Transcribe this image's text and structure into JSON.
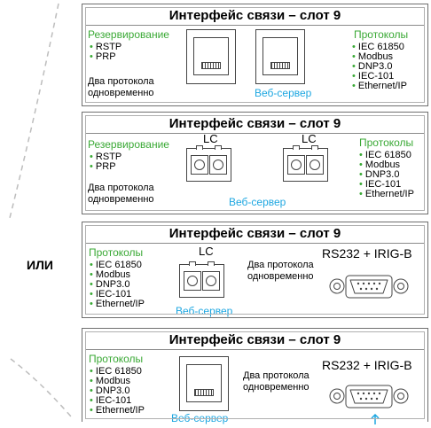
{
  "or_label": "ИЛИ",
  "panels": [
    {
      "title": "Интерфейс связи – слот 9",
      "redundancy_title": "Резервирование",
      "redundancy_items": [
        "RSTP",
        "PRP"
      ],
      "dual_protocol": [
        "Два протокола",
        "одновременно"
      ],
      "web_server": "Веб-сервер",
      "protocols_title": "Протоколы",
      "protocols": [
        "IEC 61850",
        "Modbus",
        "DNP3.0",
        "IEC-101",
        "Ethernet/IP"
      ]
    },
    {
      "title": "Интерфейс связи – слот 9",
      "redundancy_title": "Резервирование",
      "redundancy_items": [
        "RSTP",
        "PRP"
      ],
      "dual_protocol": [
        "Два протокола",
        "одновременно"
      ],
      "lc_labels": [
        "LC",
        "LC"
      ],
      "web_server": "Веб-сервер",
      "protocols_title": "Протоколы",
      "protocols": [
        "IEC 61850",
        "Modbus",
        "DNP3.0",
        "IEC-101",
        "Ethernet/IP"
      ]
    },
    {
      "title": "Интерфейс связи – слот 9",
      "protocols_title": "Протоколы",
      "protocols": [
        "IEC 61850",
        "Modbus",
        "DNP3.0",
        "IEC-101",
        "Ethernet/IP"
      ],
      "lc_label": "LC",
      "web_server": "Веб-сервер",
      "dual_protocol": [
        "Два протокола",
        "одновременно"
      ],
      "serial_label": "RS232 + IRIG-B"
    },
    {
      "title": "Интерфейс связи – слот 9",
      "protocols_title": "Протоколы",
      "protocols": [
        "IEC 61850",
        "Modbus",
        "DNP3.0",
        "IEC-101",
        "Ethernet/IP"
      ],
      "web_server": "Веб-сервер",
      "dual_protocol": [
        "Два протокола",
        "одновременно"
      ],
      "serial_label": "RS232 + IRIG-B"
    }
  ],
  "colors": {
    "protocol_title": "#3aa935",
    "web_server": "#1ea7e1",
    "frame": "#6f6f6f",
    "connector_line": "#bdbdbd"
  }
}
